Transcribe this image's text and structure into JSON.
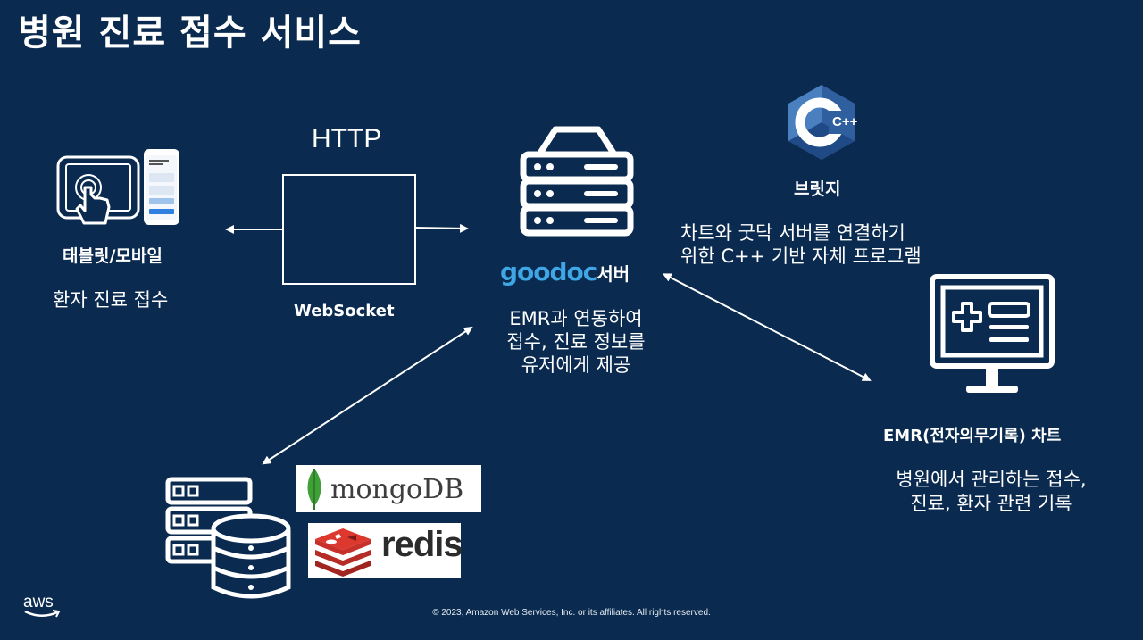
{
  "title": "병원 진료 접수 서비스",
  "tablet": {
    "label": "태블릿/모바일",
    "description": "환자 진료 접수"
  },
  "protocol": {
    "top_label": "HTTP",
    "bottom_label": "WebSocket"
  },
  "server": {
    "brand": "goodoc",
    "suffix": "서버",
    "description_lines": [
      "EMR과 연동하여",
      "접수, 진료 정보를",
      "유저에게 제공"
    ]
  },
  "bridge": {
    "icon_text": "C++",
    "label": "브릿지",
    "description_lines": [
      "차트와 굿닥 서버를 연결하기",
      "위한 C++ 기반 자체 프로그램"
    ]
  },
  "emr": {
    "label": "EMR(전자의무기록) 차트",
    "description_lines": [
      "병원에서 관리하는 접수,",
      "진료, 환자 관련 기록"
    ]
  },
  "database": {
    "mongo_label": "mongoDB",
    "redis_label": "redis"
  },
  "footer": "© 2023, Amazon Web Services, Inc. or its affiliates. All rights reserved.",
  "aws_logo": "aws",
  "colors": {
    "background": "#0a2a4f",
    "foreground": "#ffffff",
    "cpp_blue": "#4a7fc0",
    "goodoc_blue": "#3fa7e6",
    "mongo_green": "#3fa037",
    "redis_red": "#c8312a"
  }
}
